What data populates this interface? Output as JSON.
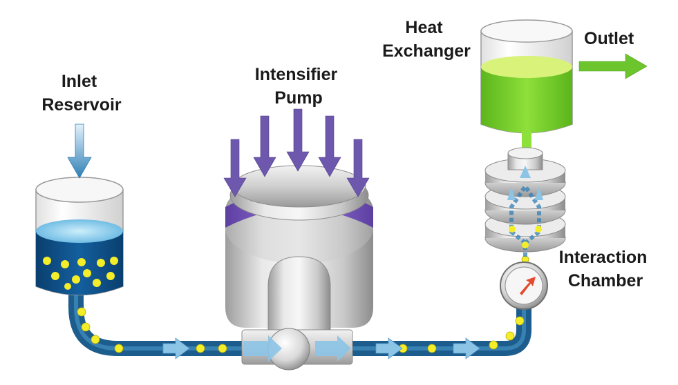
{
  "labels": {
    "inlet_reservoir": [
      "Inlet",
      "Reservoir"
    ],
    "intensifier_pump": [
      "Intensifier",
      "Pump"
    ],
    "heat_exchanger": [
      "Heat",
      "Exchanger"
    ],
    "outlet": "Outlet",
    "interaction_chamber": [
      "Interaction",
      "Chamber"
    ]
  },
  "colors": {
    "pipe": "#1c5d8e",
    "pipe_highlight": "#4f9fd0",
    "particle": "#f4ee2a",
    "reservoir_fluid": "#0e4e86",
    "reservoir_surface": "#8fd3f0",
    "pump_arrow": "#6e58ad",
    "pump_band": "#7f5fc4",
    "heat_fluid": "#7ed321",
    "outlet_arrow": "#6cc52c",
    "flow_arrow": "#8cc4e6",
    "chamber_arrow": "#e64a2e",
    "metal": "#d8d8d8"
  },
  "icons": {
    "inlet_arrow": "arrow-down-icon",
    "pump_arrows": "arrow-down-icon",
    "outlet_arrow": "arrow-right-icon",
    "flow_arrows": "arrow-right-icon",
    "chamber_indicator": "arrow-up-right-icon"
  }
}
